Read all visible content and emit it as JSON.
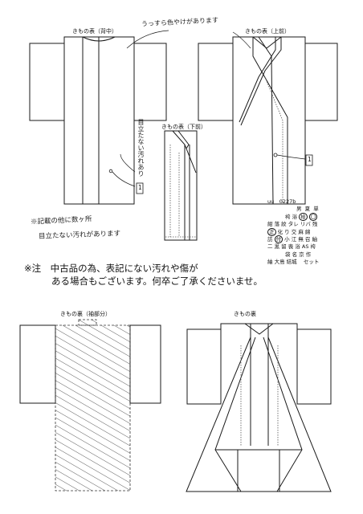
{
  "labels": {
    "back": "きもの表（背中）",
    "front_upper": "きもの表（上前）",
    "front_lower": "きもの表（下前）",
    "lining_sleeve": "きもの裏（袖部分）",
    "lining": "きもの裏"
  },
  "handwritten": {
    "faint_color": "うっすら色やけがあります",
    "unnoticeable_stain": "目立たない汚れあり",
    "other_stains_line1": "※記載の他に数ヶ所",
    "other_stains_line2": "目立たない汚れがあります"
  },
  "markers": {
    "back_marker": "1",
    "front_marker": "1",
    "lower_marker": "1"
  },
  "notice": {
    "line1": "※注　中古品の為、表記にない汚れや傷が",
    "line2": "ある場合もございます。何卒ご了承くださいませ。"
  },
  "spec_grid": {
    "code": "uu　0227b",
    "rows": [
      [
        "",
        "",
        "",
        "男",
        "夏",
        "単"
      ],
      [
        "",
        "",
        "袴",
        "浴",
        "袷",
        "〇"
      ],
      [
        "紺",
        "落",
        "紋",
        "タレ",
        "リバ",
        "残"
      ],
      [
        "正",
        "化",
        "り",
        "交",
        "麻",
        "綿"
      ],
      [
        "訪",
        "付",
        "小",
        "江",
        "無",
        "召",
        "紬"
      ],
      [
        "二",
        "黒",
        "留",
        "喪",
        "浴",
        "AS",
        "袴"
      ],
      [
        "",
        "",
        "袋",
        "名",
        "京",
        "作"
      ],
      [
        "紬",
        "大島",
        "結城",
        "",
        "セット"
      ]
    ],
    "circled": [
      "袷",
      "〇",
      "正",
      "付"
    ]
  },
  "colors": {
    "line": "#1a1a1a",
    "background": "#ffffff",
    "dotted": "#555555"
  }
}
